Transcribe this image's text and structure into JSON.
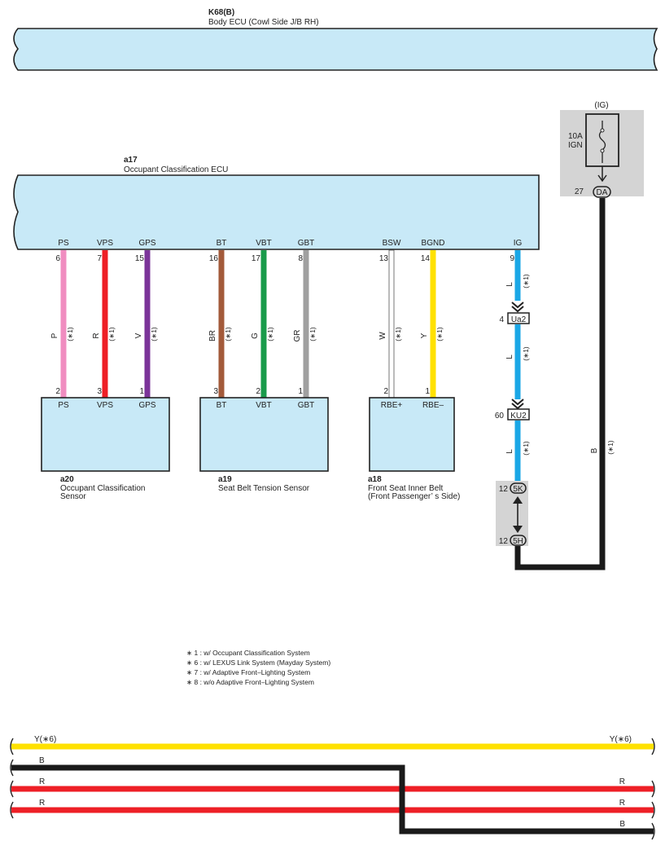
{
  "colors": {
    "P": "#f08dc0",
    "R": "#ee1f26",
    "V": "#7b3499",
    "BR": "#a35a3a",
    "G": "#1a9b4b",
    "GR": "#a0a0a0",
    "W": "#ffffff",
    "Y": "#ffe100",
    "L": "#1aa7e6",
    "B": "#1a1a1a",
    "box": "#c8e9f7"
  },
  "k68": {
    "code": "K68(B)",
    "name": "Body ECU (Cowl Side J/B RH)"
  },
  "a17": {
    "code": "a17",
    "name": "Occupant Classification ECU"
  },
  "ecu_pins": [
    {
      "name": "PS",
      "num": "6",
      "wire": "P",
      "note": "(∗1)"
    },
    {
      "name": "VPS",
      "num": "7",
      "wire": "R",
      "note": "(∗1)"
    },
    {
      "name": "GPS",
      "num": "15",
      "wire": "V",
      "note": "(∗1)"
    },
    {
      "name": "BT",
      "num": "16",
      "wire": "BR",
      "note": "(∗1)"
    },
    {
      "name": "VBT",
      "num": "17",
      "wire": "G",
      "note": "(∗1)"
    },
    {
      "name": "GBT",
      "num": "8",
      "wire": "GR",
      "note": "(∗1)"
    },
    {
      "name": "BSW",
      "num": "13",
      "wire": "W",
      "note": "(∗1)"
    },
    {
      "name": "BGND",
      "num": "14",
      "wire": "Y",
      "note": "(∗1)"
    },
    {
      "name": "IG",
      "num": "9"
    }
  ],
  "a20": {
    "code": "a20",
    "name1": "Occupant Classification",
    "name2": "Sensor",
    "pins": [
      {
        "num": "2",
        "name": "PS"
      },
      {
        "num": "3",
        "name": "VPS"
      },
      {
        "num": "1",
        "name": "GPS"
      }
    ]
  },
  "a19": {
    "code": "a19",
    "name": "Seat Belt Tension Sensor",
    "pins": [
      {
        "num": "3",
        "name": "BT"
      },
      {
        "num": "2",
        "name": "VBT"
      },
      {
        "num": "1",
        "name": "GBT"
      }
    ]
  },
  "a18": {
    "code": "a18",
    "name1": "Front Seat Inner Belt",
    "name2": "(Front Passenger’ s Side)",
    "pins": [
      {
        "num": "2",
        "name": "RBE+"
      },
      {
        "num": "1",
        "name": "RBE–"
      }
    ]
  },
  "fuse": {
    "group": "(IG)",
    "rating": "10A",
    "name": "IGN",
    "pin_num": "27",
    "pin": "DA"
  },
  "ig_circuit": {
    "seg1": {
      "wire": "L",
      "note": "(∗1)"
    },
    "conn1": {
      "num": "4",
      "name": "Ua2"
    },
    "seg2": {
      "wire": "L",
      "note": "(∗1)"
    },
    "conn2": {
      "num": "60",
      "name": "KU2"
    },
    "seg3": {
      "wire": "L",
      "note": "(∗1)"
    },
    "j1": {
      "num": "12",
      "name": "5K"
    },
    "j2": {
      "num": "12",
      "name": "5H"
    },
    "b_wire": {
      "wire": "B",
      "note": "(∗1)"
    }
  },
  "notes": [
    "∗ 1 : w/ Occupant Classification System",
    "∗ 6 : w/ LEXUS Link System (Mayday System)",
    "∗ 7 : w/ Adaptive Front–Lighting System",
    "∗ 8 : w/o Adaptive Front–Lighting System"
  ],
  "bottom": {
    "y_left": "Y(∗6)",
    "y_right": "Y(∗6)",
    "b_left": "B",
    "b_right": "B",
    "r1_left": "R",
    "r1_right": "R",
    "r2_left": "R",
    "r2_right": "R"
  }
}
